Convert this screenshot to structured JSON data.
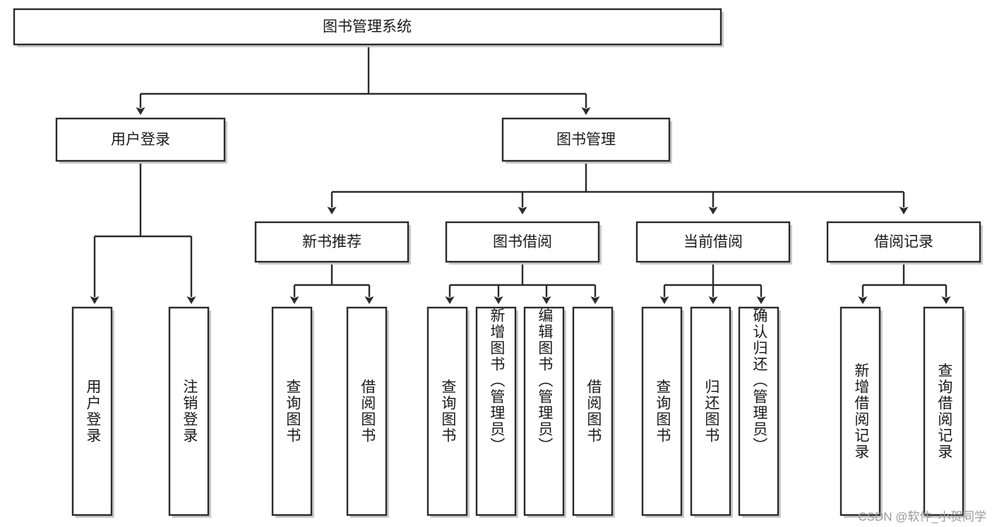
{
  "diagram": {
    "type": "tree",
    "title": "图书管理系统",
    "watermark": "CSDN @软件_小贺同学",
    "colors": {
      "stroke": "#2b2b2b",
      "box_fill": "#ffffff",
      "text": "#1a1a1a",
      "shadow": "#b9b9b9",
      "watermark": "#9a9a9a",
      "background": "#ffffff"
    },
    "levels": {
      "root": {
        "label": "图书管理系统"
      },
      "level2": [
        {
          "label": "用户登录"
        },
        {
          "label": "图书管理"
        }
      ],
      "level3": [
        {
          "label": "新书推荐"
        },
        {
          "label": "图书借阅"
        },
        {
          "label": "当前借阅"
        },
        {
          "label": "借阅记录"
        }
      ],
      "leaves": [
        {
          "label": "用户登录",
          "parent": "用户登录"
        },
        {
          "label": "注销登录",
          "parent": "用户登录"
        },
        {
          "label": "查询图书",
          "parent": "新书推荐"
        },
        {
          "label": "借阅图书",
          "parent": "新书推荐"
        },
        {
          "label": "查询图书",
          "parent": "图书借阅"
        },
        {
          "label": "新增图书（管理员）",
          "parent": "图书借阅"
        },
        {
          "label": "编辑图书（管理员）",
          "parent": "图书借阅"
        },
        {
          "label": "借阅图书",
          "parent": "图书借阅"
        },
        {
          "label": "查询图书",
          "parent": "当前借阅"
        },
        {
          "label": "归还图书",
          "parent": "当前借阅"
        },
        {
          "label": "确认归还（管理员）",
          "parent": "当前借阅"
        },
        {
          "label": "新增借阅记录",
          "parent": "借阅记录"
        },
        {
          "label": "查询借阅记录",
          "parent": "借阅记录"
        }
      ]
    }
  }
}
